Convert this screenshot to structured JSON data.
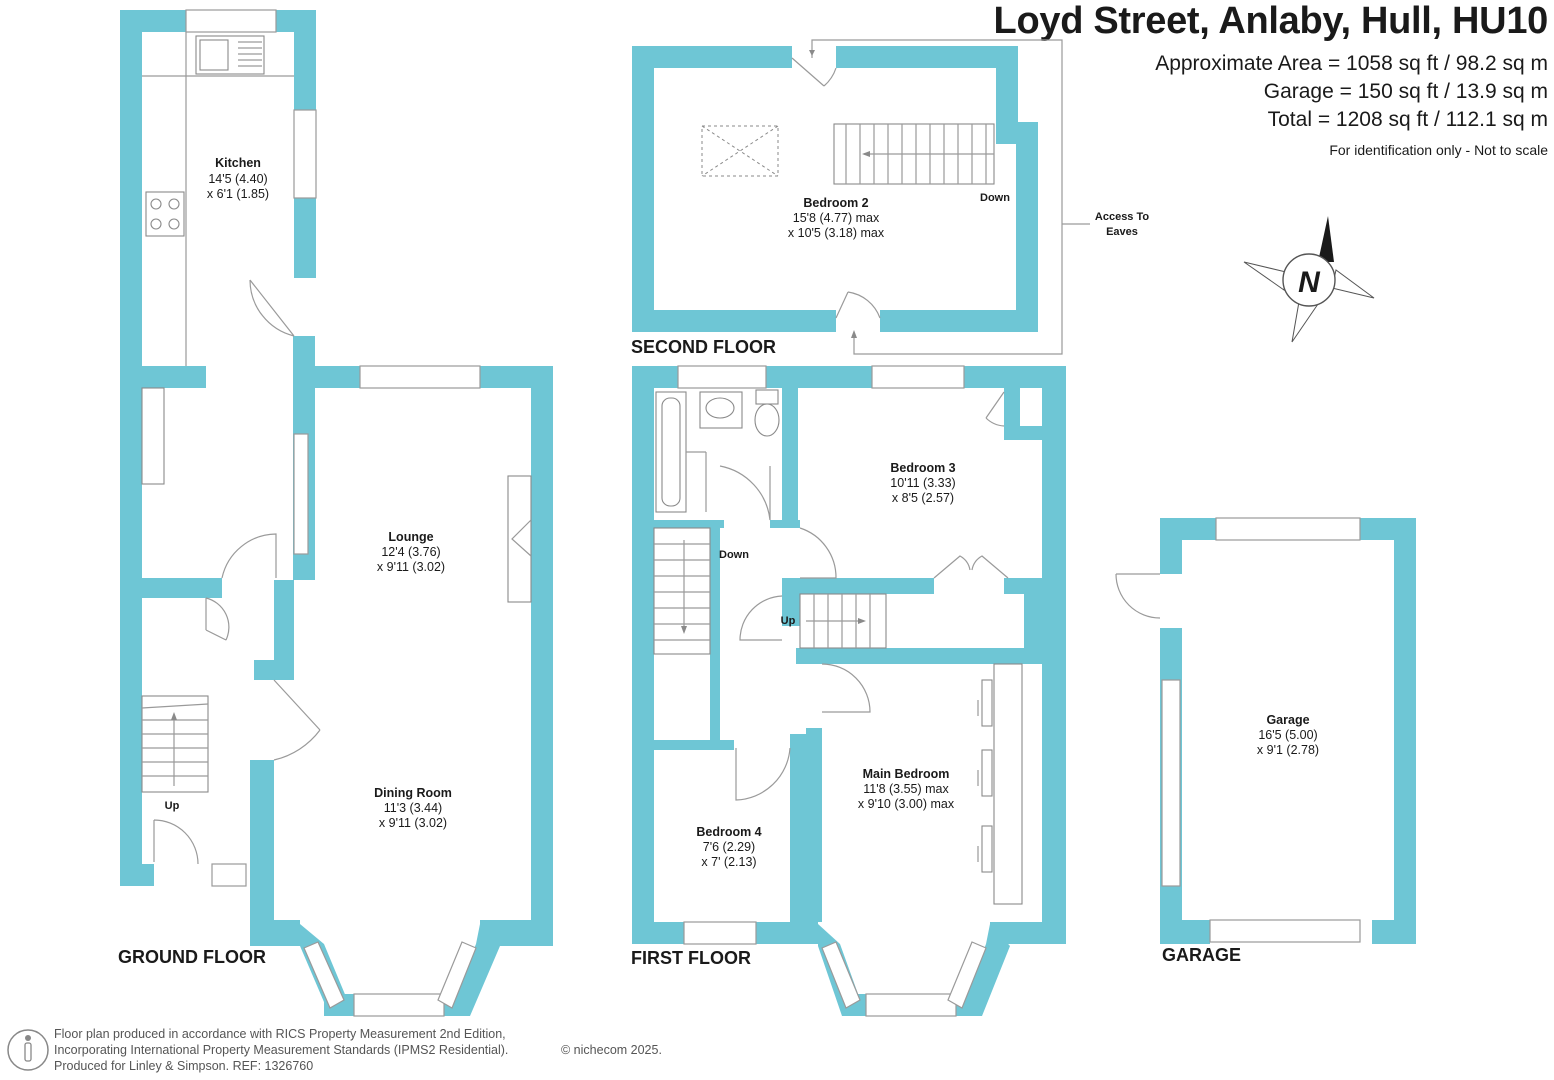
{
  "header": {
    "title": "Loyd Street, Anlaby, Hull, HU10",
    "area_lines": [
      "Approximate Area = 1058 sq ft / 98.2 sq m",
      "Garage = 150 sq ft / 13.9 sq m",
      "Total = 1208 sq ft / 112.1 sq m"
    ],
    "note": "For identification only - Not to scale"
  },
  "floors": {
    "ground": "GROUND FLOOR",
    "first": "FIRST FLOOR",
    "second": "SECOND FLOOR",
    "garage": "GARAGE"
  },
  "rooms": {
    "kitchen": {
      "name": "Kitchen",
      "dim1": "14'5 (4.40)",
      "dim2": "x 6'1 (1.85)"
    },
    "lounge": {
      "name": "Lounge",
      "dim1": "12'4 (3.76)",
      "dim2": "x 9'11 (3.02)"
    },
    "dining": {
      "name": "Dining Room",
      "dim1": "11'3 (3.44)",
      "dim2": "x 9'11 (3.02)"
    },
    "bedroom2": {
      "name": "Bedroom 2",
      "dim1": "15'8 (4.77) max",
      "dim2": "x 10'5 (3.18) max"
    },
    "bedroom3": {
      "name": "Bedroom 3",
      "dim1": "10'11 (3.33)",
      "dim2": "x 8'5 (2.57)"
    },
    "bedroom4": {
      "name": "Bedroom 4",
      "dim1": "7'6 (2.29)",
      "dim2": "x 7' (2.13)"
    },
    "mainbedroom": {
      "name": "Main Bedroom",
      "dim1": "11'8 (3.55) max",
      "dim2": "x 9'10 (3.00) max"
    },
    "garage": {
      "name": "Garage",
      "dim1": "16'5 (5.00)",
      "dim2": "x 9'1 (2.78)"
    }
  },
  "stair_labels": {
    "ground_up": "Up",
    "first_down": "Down",
    "first_up": "Up",
    "second_down": "Down"
  },
  "eaves": {
    "line1": "Access To",
    "line2": "Eaves"
  },
  "compass": {
    "letter": "N"
  },
  "footer": {
    "lines": [
      "Floor plan produced in accordance with RICS Property Measurement 2nd Edition,",
      "Incorporating International Property Measurement Standards (IPMS2 Residential).",
      "Produced for Linley & Simpson.   REF:  1326760"
    ],
    "copyright": "© nichecom 2025."
  },
  "colors": {
    "wall": "#6ec6d5",
    "text": "#1a1a1a"
  }
}
